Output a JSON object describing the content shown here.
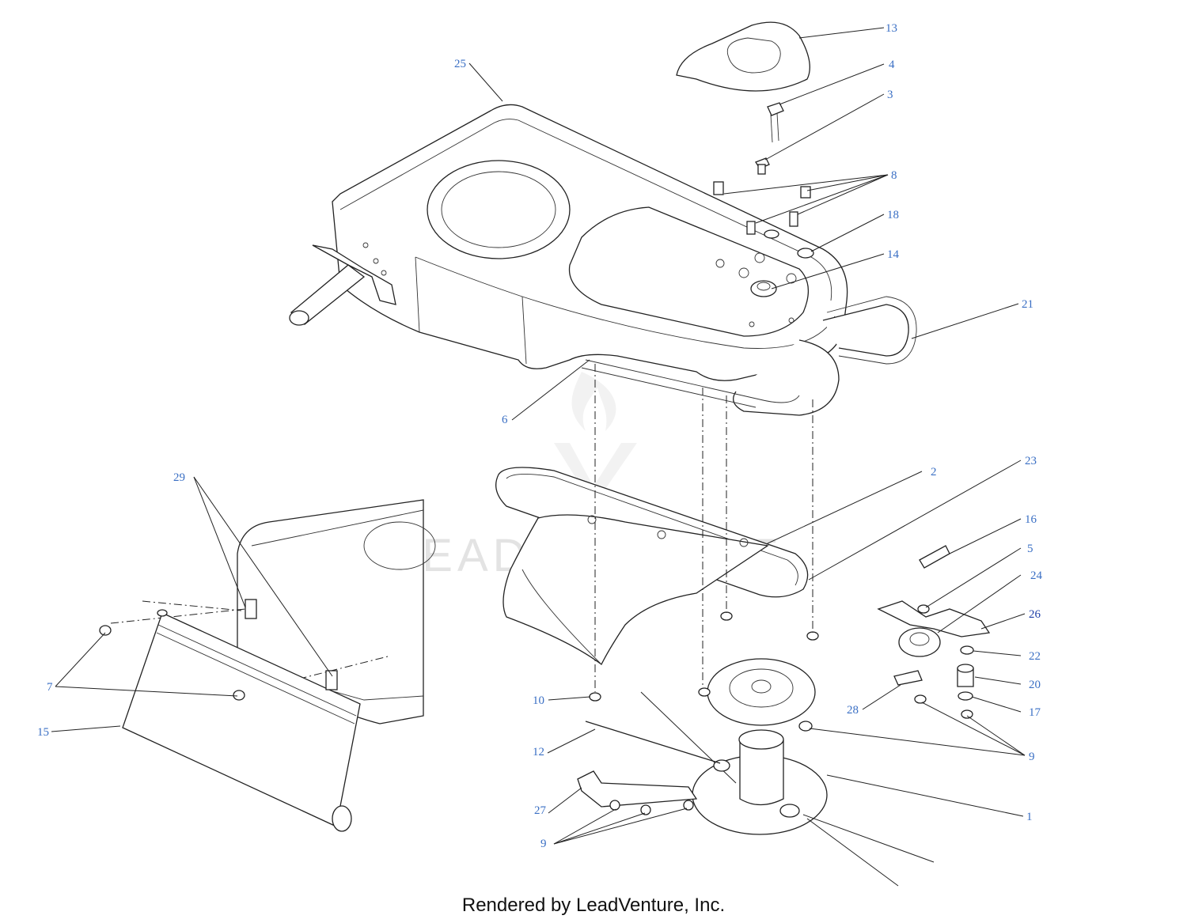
{
  "diagram": {
    "callouts": [
      {
        "id": "c25",
        "label": "25"
      },
      {
        "id": "c13",
        "label": "13"
      },
      {
        "id": "c4",
        "label": "4"
      },
      {
        "id": "c3",
        "label": "3"
      },
      {
        "id": "c8",
        "label": "8"
      },
      {
        "id": "c18",
        "label": "18"
      },
      {
        "id": "c14",
        "label": "14"
      },
      {
        "id": "c21",
        "label": "21"
      },
      {
        "id": "c6",
        "label": "6"
      },
      {
        "id": "c29",
        "label": "29"
      },
      {
        "id": "c2",
        "label": "2"
      },
      {
        "id": "c23",
        "label": "23"
      },
      {
        "id": "c16",
        "label": "16"
      },
      {
        "id": "c5",
        "label": "5"
      },
      {
        "id": "c24",
        "label": "24"
      },
      {
        "id": "c26",
        "label": "26"
      },
      {
        "id": "c22",
        "label": "22"
      },
      {
        "id": "c20",
        "label": "20"
      },
      {
        "id": "c17",
        "label": "17"
      },
      {
        "id": "c7",
        "label": "7"
      },
      {
        "id": "c15",
        "label": "15"
      },
      {
        "id": "c10",
        "label": "10"
      },
      {
        "id": "c28",
        "label": "28"
      },
      {
        "id": "c9a",
        "label": "9"
      },
      {
        "id": "c12",
        "label": "12"
      },
      {
        "id": "c27",
        "label": "27"
      },
      {
        "id": "c1",
        "label": "1"
      },
      {
        "id": "c9b",
        "label": "9"
      }
    ],
    "watermark": "LEADVENTURE",
    "footer": "Rendered by LeadVenture, Inc."
  },
  "colors": {
    "callout": "#3a6fc4",
    "callout_dark": "#1f3fa8",
    "line": "#222222",
    "watermark": "#e3e3e3"
  }
}
